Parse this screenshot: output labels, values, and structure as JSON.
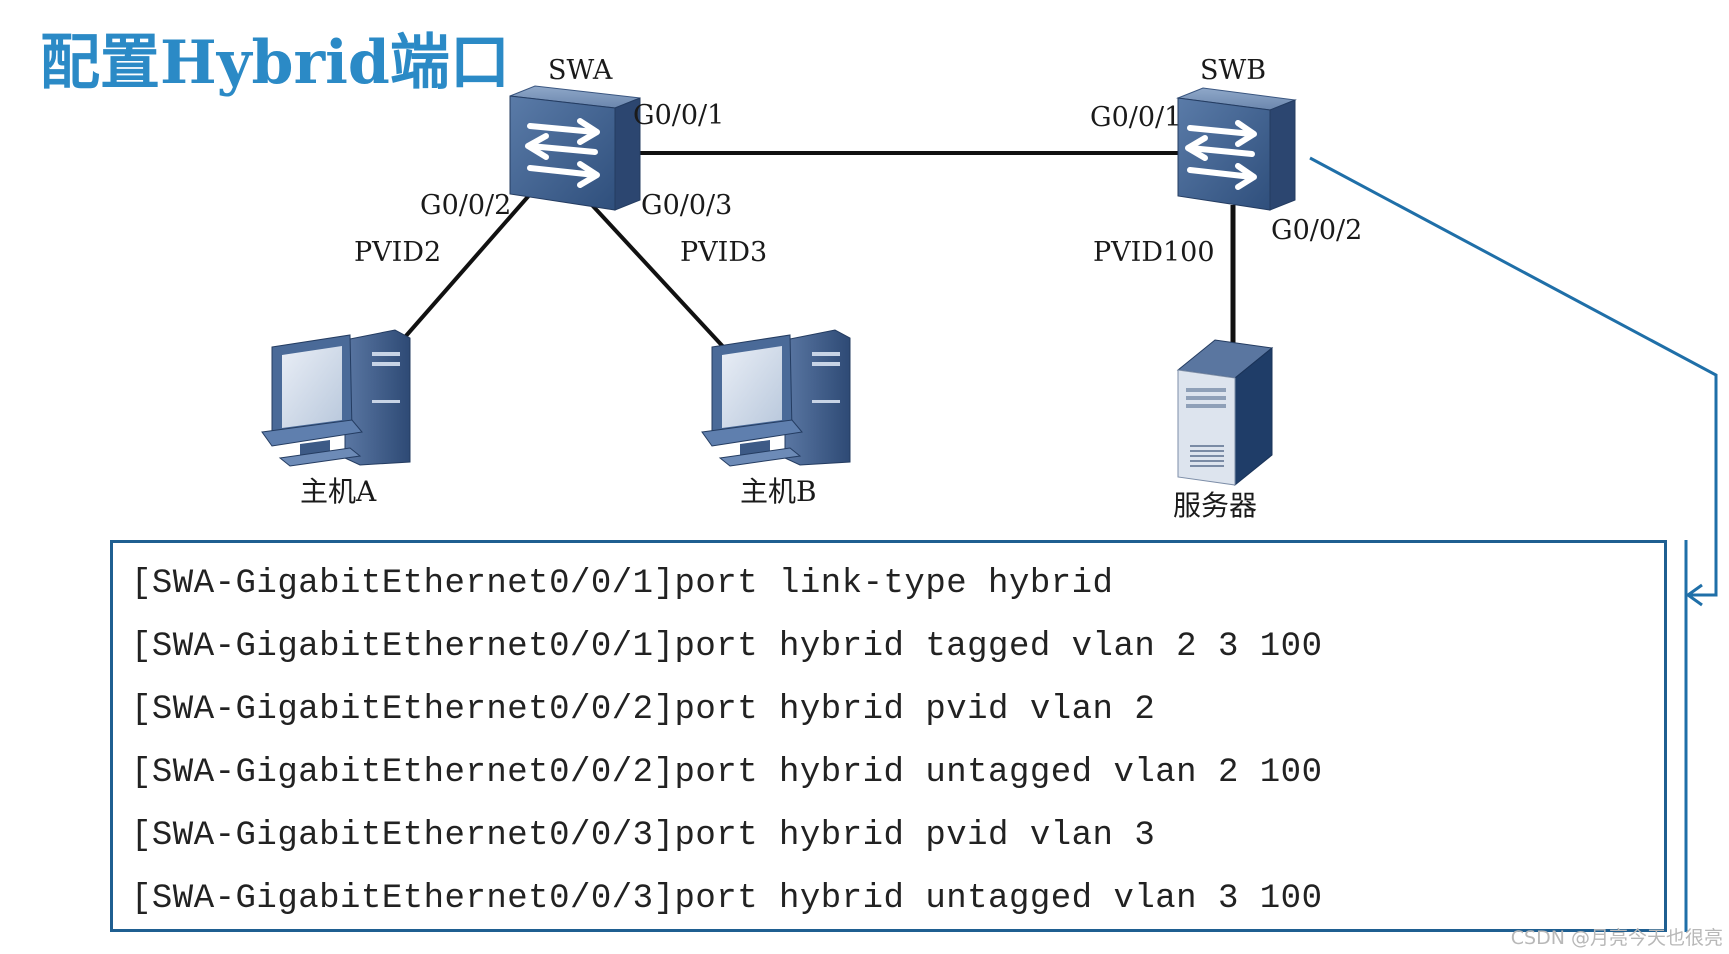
{
  "title": "配置Hybrid端口",
  "switches": {
    "swa": {
      "name": "SWA"
    },
    "swb": {
      "name": "SWB"
    }
  },
  "ports": {
    "swa_g001": "G0/0/1",
    "swa_g002": "G0/0/2",
    "swa_g003": "G0/0/3",
    "swb_g001": "G0/0/1",
    "swb_g002": "G0/0/2"
  },
  "pvids": {
    "host_a": "PVID2",
    "host_b": "PVID3",
    "server": "PVID100"
  },
  "devices": {
    "host_a": "主机A",
    "host_b": "主机B",
    "server": "服务器"
  },
  "commands": [
    "[SWA-GigabitEthernet0/0/1]port link-type hybrid",
    "[SWA-GigabitEthernet0/0/1]port hybrid tagged vlan 2 3 100",
    "[SWA-GigabitEthernet0/0/2]port hybrid pvid vlan 2",
    "[SWA-GigabitEthernet0/0/2]port hybrid untagged vlan 2 100",
    "[SWA-GigabitEthernet0/0/3]port hybrid pvid vlan 3",
    "[SWA-GigabitEthernet0/0/3]port hybrid untagged vlan 3 100"
  ],
  "watermark": "CSDN @月亮今天也很亮",
  "colors": {
    "title": "#2b8ac6",
    "box_border": "#1f5f91",
    "connector": "#1f6fa8",
    "device_blue": "#3d5f8c"
  }
}
